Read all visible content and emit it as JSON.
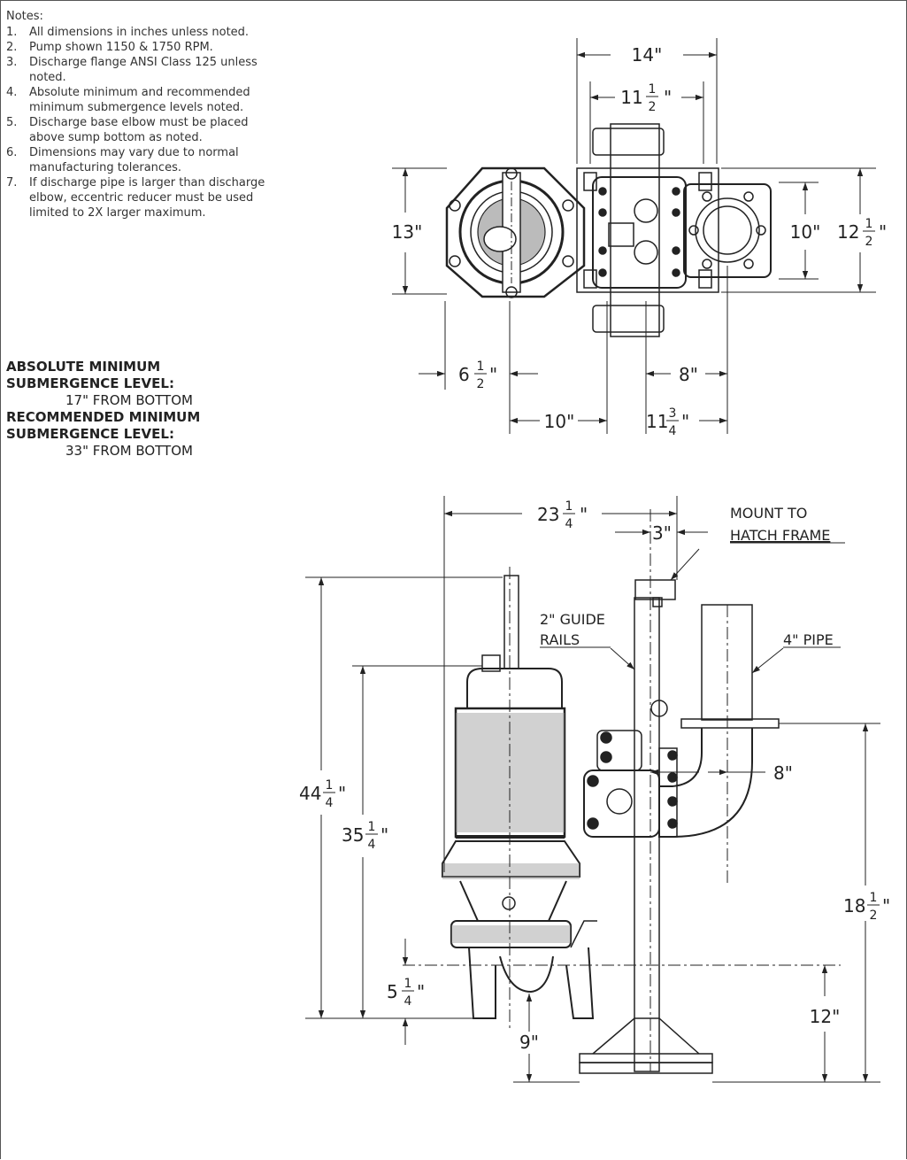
{
  "notes": {
    "heading": "Notes:",
    "items": [
      {
        "num": "1.",
        "text": "All dimensions in inches unless noted."
      },
      {
        "num": "2.",
        "text": "Pump shown 1150 & 1750 RPM."
      },
      {
        "num": "3.",
        "text": "Discharge flange ANSI Class 125 unless noted."
      },
      {
        "num": "4.",
        "text": "Absolute minimum and recommended minimum submergence levels noted."
      },
      {
        "num": "5.",
        "text": "Discharge base elbow must be placed above sump bottom as noted."
      },
      {
        "num": "6.",
        "text": "Dimensions may vary due to normal manufacturing tolerances."
      },
      {
        "num": "7.",
        "text": "If discharge pipe is larger than discharge elbow, eccentric reducer must be used limited to 2X larger maximum."
      }
    ]
  },
  "submergence": {
    "absolute_label_1": "ABSOLUTE MINIMUM",
    "absolute_label_2": "SUBMERGENCE LEVEL:",
    "absolute_value": "17\" FROM BOTTOM",
    "recommended_label_1": "RECOMMENDED MINIMUM",
    "recommended_label_2": "SUBMERGENCE LEVEL:",
    "recommended_value": "33\" FROM BOTTOM"
  },
  "top_view": {
    "dims": {
      "width_overall": "14\"",
      "width_rails_whole": "11",
      "height_overall": "13\"",
      "flange_height": "10\"",
      "base_height_whole": "12",
      "pump_offset_whole": "6",
      "rail_to_flange": "8\"",
      "pump_to_rail": "10\"",
      "rail_to_edge_whole": "11"
    },
    "fractions": {
      "half_num": "1",
      "half_den": "2",
      "three_q_num": "3",
      "three_q_den": "4"
    }
  },
  "side_view": {
    "dims": {
      "overall_width_whole": "23",
      "rail_offset": "3\"",
      "overall_height_whole": "44",
      "pump_height_whole": "35",
      "elbow_height_whole": "5",
      "base_to_inlet": "9\"",
      "pipe_spacing": "8\"",
      "discharge_height_whole": "18",
      "discharge_center": "12\""
    },
    "fractions": {
      "quarter_num": "1",
      "quarter_den": "4",
      "half_num": "1",
      "half_den": "2"
    },
    "callouts": {
      "mount_line_1": "MOUNT TO",
      "mount_line_2": "HATCH FRAME",
      "guide_line_1": "2\" GUIDE",
      "guide_line_2": "RAILS",
      "pipe_label": "4\" PIPE"
    }
  }
}
